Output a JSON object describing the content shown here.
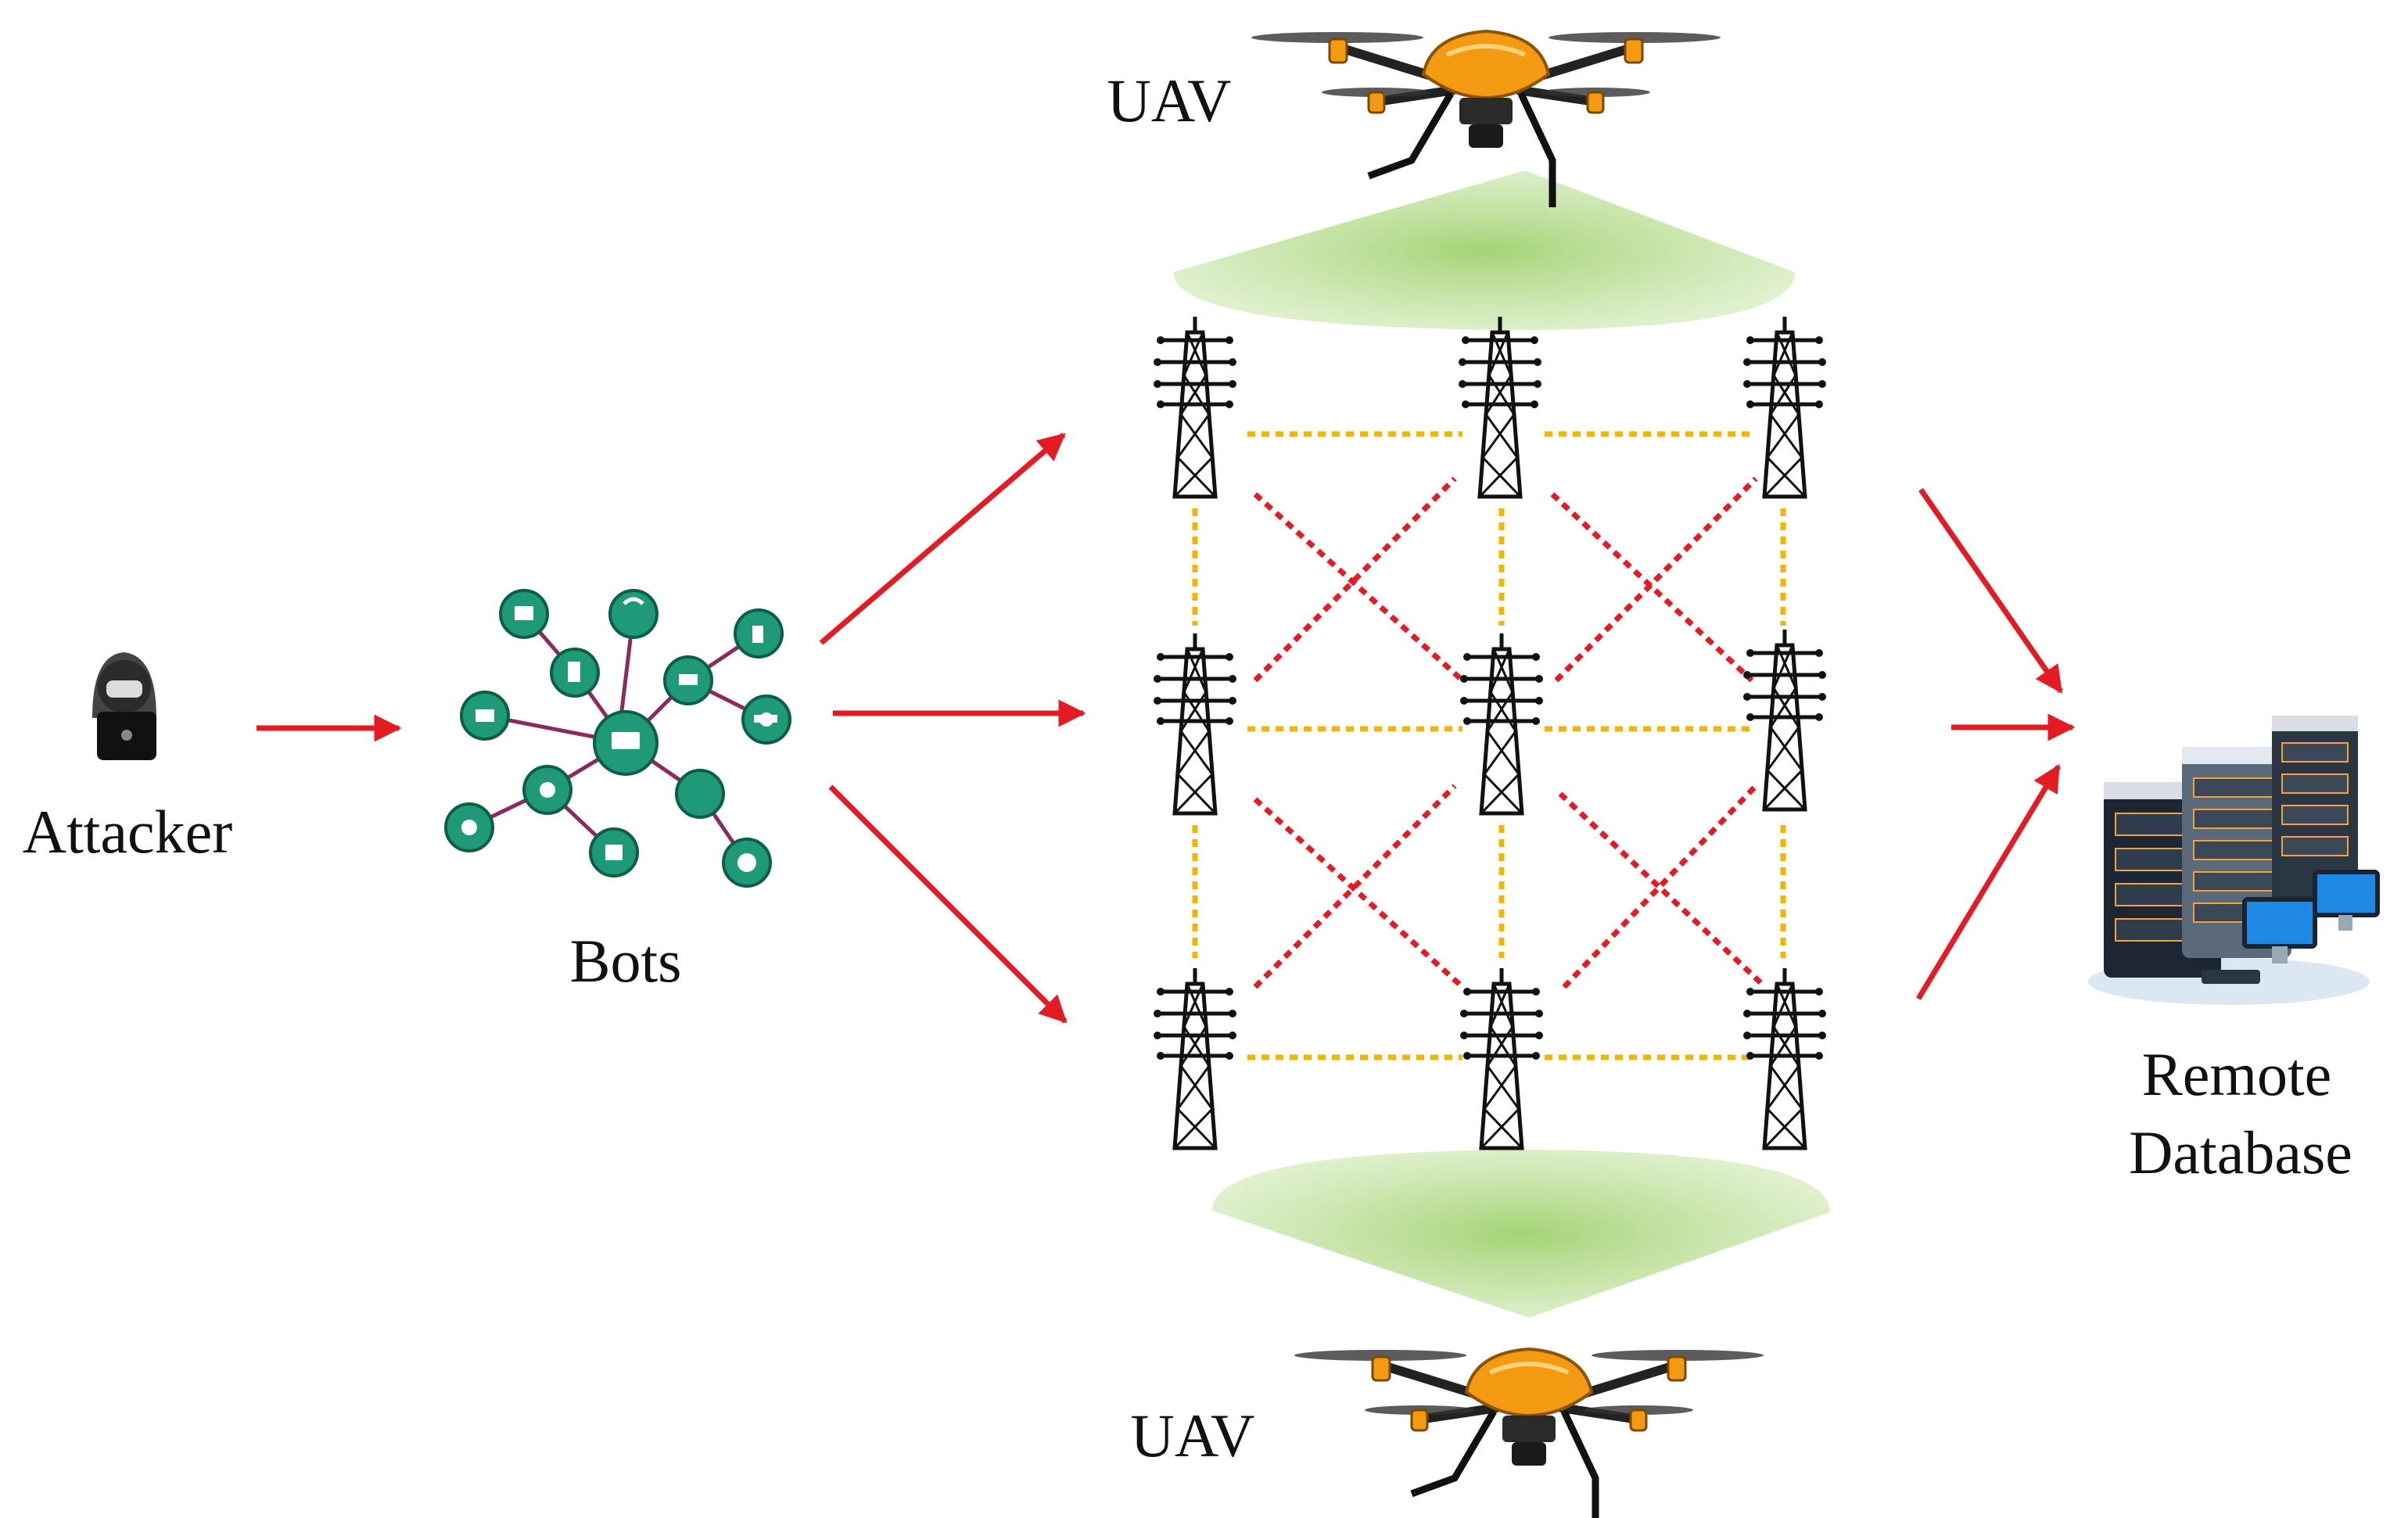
{
  "labels": {
    "attacker": "Attacker",
    "bots": "Bots",
    "uav_top": "UAV",
    "uav_bottom": "UAV",
    "remote_line1": "Remote",
    "remote_line2": "Database"
  },
  "colors": {
    "attack_arrow": "#e41b23",
    "grid_link": "#f5b400",
    "attack_link": "#e41b23",
    "uav_beam": "#a6d47a",
    "bot_node": "#1f9a78",
    "bot_edge": "#8c2a5e",
    "tower": "#111111",
    "drone_body": "#f39a12"
  }
}
